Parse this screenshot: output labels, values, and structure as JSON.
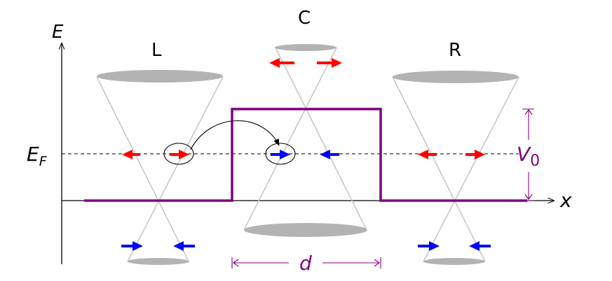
{
  "labels": {
    "energy_axis": "E",
    "x_axis": "x",
    "fermi_level_main": "E",
    "fermi_level_sub": "F",
    "left_region": "L",
    "center_region": "C",
    "right_region": "R",
    "barrier_height_main": "V",
    "barrier_height_sub": "0",
    "barrier_width": "d"
  },
  "colors": {
    "axis": "#000000",
    "cone": "#c8c8c8",
    "cone_cap": "#b3b3b3",
    "barrier": "#800080",
    "spin_red": "#ff0000",
    "spin_blue": "#0000ff",
    "annotation": "#800080"
  }
}
